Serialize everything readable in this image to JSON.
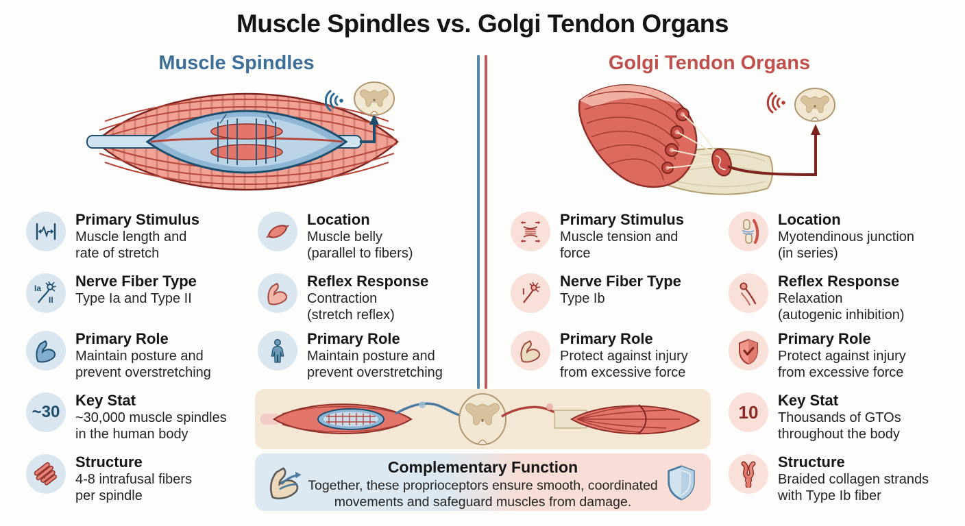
{
  "title": "Muscle Spindles vs. Golgi Tendon Organs",
  "left": {
    "heading": "Muscle Spindles",
    "accent": "#3e6f99"
  },
  "right": {
    "heading": "Golgi Tendon Organs",
    "accent": "#c0504d"
  },
  "facts": {
    "ms_a": [
      {
        "title": "Primary Stimulus",
        "desc": "Muscle length and\nrate of stretch"
      },
      {
        "title": "Nerve Fiber Type",
        "desc": "Type Ia and Type II"
      },
      {
        "title": "Primary Role",
        "desc": "Maintain posture and\nprevent overstretching"
      },
      {
        "title": "Key Stat",
        "desc": "~30,000 muscle spindles\nin the human body",
        "badge": "~30"
      },
      {
        "title": "Structure",
        "desc": "4-8 intrafusal fibers\nper spindle"
      }
    ],
    "ms_b": [
      {
        "title": "Location",
        "desc": "Muscle belly\n(parallel to fibers)"
      },
      {
        "title": "Reflex Response",
        "desc": "Contraction\n(stretch reflex)"
      },
      {
        "title": "Primary Role",
        "desc": "Maintain posture and\nprevent overstretching"
      }
    ],
    "gto_a": [
      {
        "title": "Primary Stimulus",
        "desc": "Muscle tension and\nforce"
      },
      {
        "title": "Nerve Fiber Type",
        "desc": "Type Ib"
      },
      {
        "title": "Primary Role",
        "desc": "Protect against injury\nfrom excessive force"
      }
    ],
    "gto_b": [
      {
        "title": "Location",
        "desc": "Myotendinous junction\n(in series)"
      },
      {
        "title": "Reflex Response",
        "desc": "Relaxation\n(autogenic inhibition)"
      },
      {
        "title": "Primary Role",
        "desc": "Protect against injury\nfrom excessive force"
      },
      {
        "title": "Key Stat",
        "desc": "Thousands of GTOs\nthroughout the body",
        "badge": "10"
      },
      {
        "title": "Structure",
        "desc": "Braided collagen strands\nwith Type Ib fiber"
      }
    ]
  },
  "neuron_labels": {
    "ms_top": "Ia",
    "ms_bottom": "II",
    "gto": "I"
  },
  "footer": {
    "title": "Complementary Function",
    "text": "Together, these proprioceptors ensure smooth, coordinated movements and safeguard muscles from damage."
  },
  "colors": {
    "ms_accent": "#3e6f99",
    "gto_accent": "#c0504d",
    "ms_circle": "#d9e6f0",
    "gto_circle": "#f9e0d8",
    "ms_dark": "#1d4e6e",
    "gto_dark": "#9c3732",
    "band_bg": "#f4e7d6",
    "footer_blue": "#dde9f2",
    "footer_pink": "#f8ded6"
  },
  "icons": {
    "ms_primary_stimulus": "stretch-arrows-icon",
    "ms_nerve_fiber": "neuron-icon",
    "ms_role_a": "flexed-bicep-icon",
    "ms_key_stat": "stat-badge",
    "ms_structure": "fiber-bundle-icon",
    "ms_location": "muscle-icon",
    "ms_reflex": "flexed-bicep-icon",
    "ms_role_b": "person-icon",
    "gto_primary_stimulus": "muscle-tension-icon",
    "gto_nerve_fiber": "neuron-icon",
    "gto_role_a": "flexed-bicep-icon",
    "gto_location": "joint-icon",
    "gto_reflex": "relaxing-nerve-icon",
    "gto_role_b": "shield-check-icon",
    "gto_key_stat": "stat-badge",
    "gto_structure": "braided-strands-icon",
    "footer_left": "flexed-bicep-icon",
    "footer_right": "shield-icon",
    "spinal_cord": "spinal-cord-cross-section-icon",
    "signal": "signal-waves-icon"
  }
}
